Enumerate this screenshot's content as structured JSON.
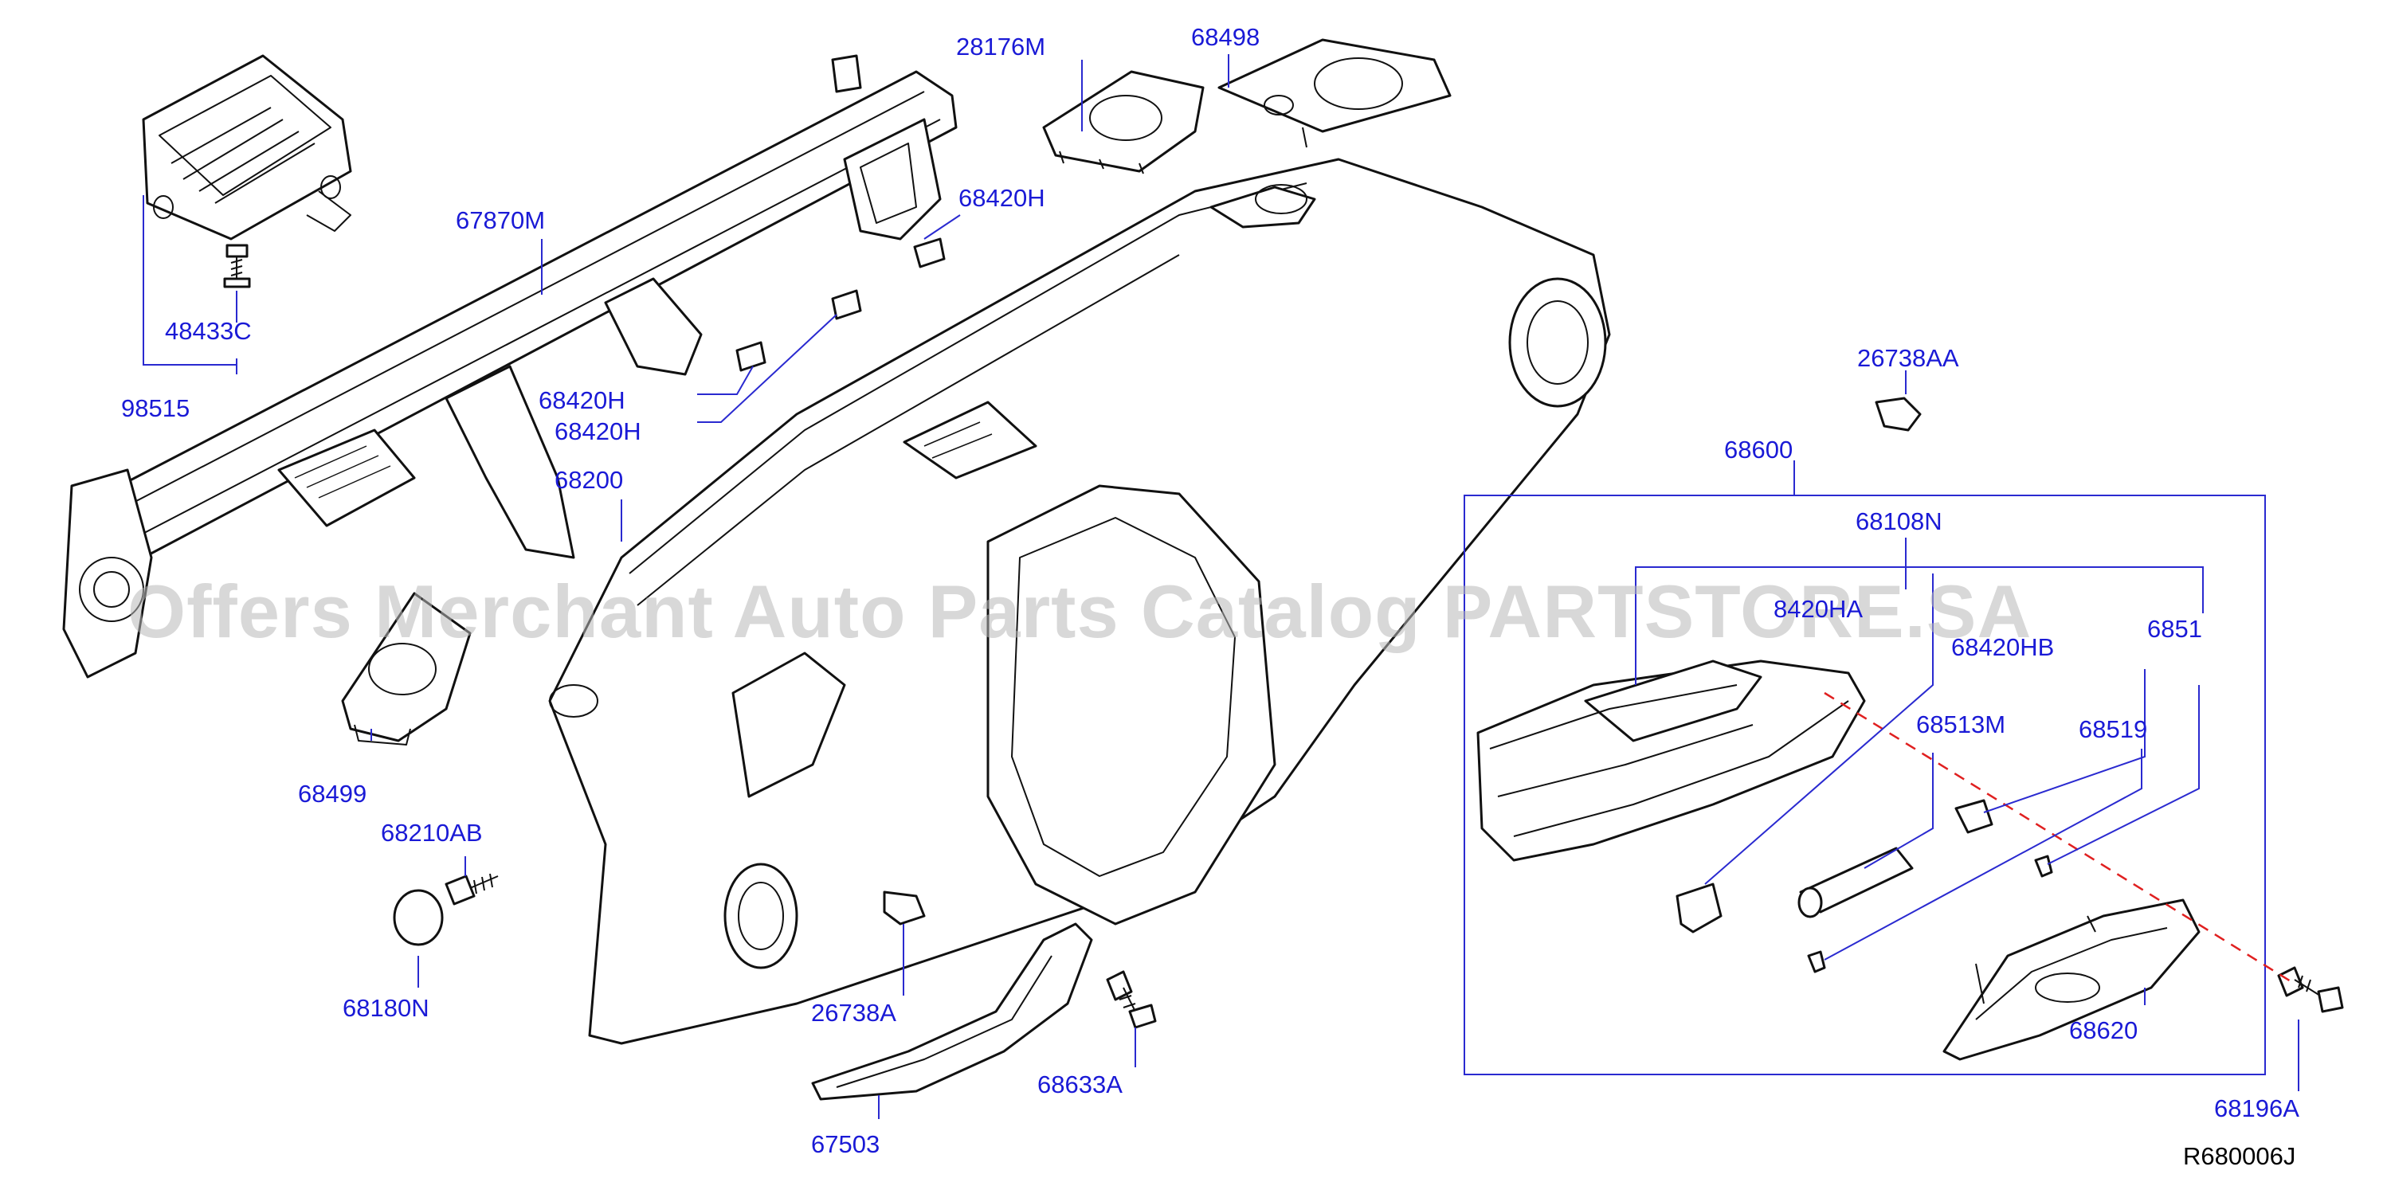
{
  "diagram": {
    "colors": {
      "label": "#1a1ad6",
      "leader": "#2a2ad0",
      "axis": "#e02020",
      "watermark": "#b8b8b8",
      "parts": "#111111"
    },
    "watermark": "Offers Merchant Auto Parts Catalog PARTSTORE.SA",
    "reference_code": "R680006J",
    "labels": {
      "p28176M": "28176M",
      "p68498": "68498",
      "p68420H_top": "68420H",
      "p67870M": "67870M",
      "p48433C": "48433C",
      "p98515": "98515",
      "p68420H_a": "68420H",
      "p68420H_b": "68420H",
      "p68200": "68200",
      "p26738AA": "26738AA",
      "p68600": "68600",
      "p68108N": "68108N",
      "p68420HA": "8420HA",
      "p68420HB": "68420HB",
      "p68513M": "68513M",
      "p68519": "68519",
      "p68519_right": "6851",
      "p68499": "68499",
      "p68210AB": "68210AB",
      "p68180N": "68180N",
      "p26738A": "26738A",
      "p68633A": "68633A",
      "p67503": "67503",
      "p68620": "68620",
      "p68196A": "68196A"
    }
  }
}
